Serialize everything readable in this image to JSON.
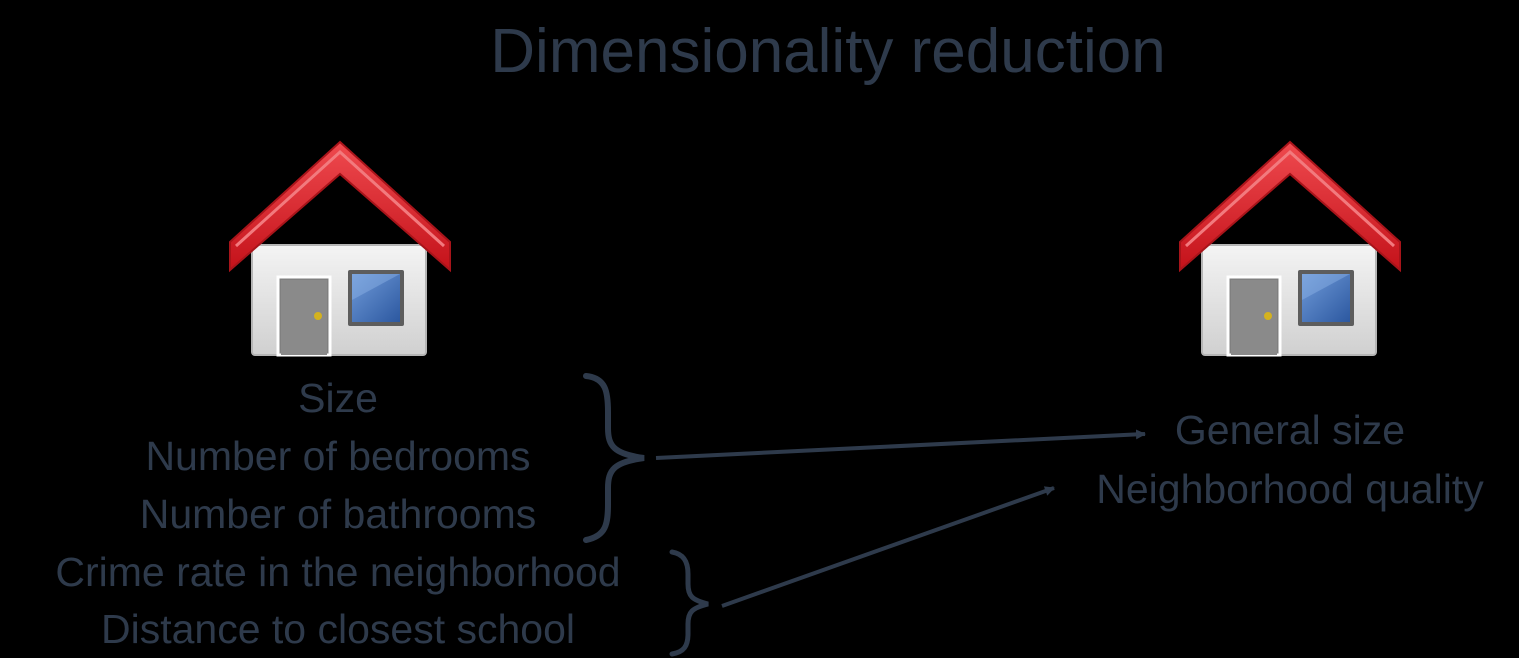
{
  "title": "Dimensionality reduction",
  "original_features": {
    "group_size": [
      "Size",
      "Number of bedrooms",
      "Number of bathrooms"
    ],
    "group_neighborhood": [
      "Crime rate in the neighborhood",
      "Distance to closest school"
    ]
  },
  "reduced_features": [
    "General size",
    "Neighborhood quality"
  ],
  "icons": {
    "left": "house-icon",
    "right": "house-icon"
  },
  "colors": {
    "background": "#000000",
    "text": "#2e3a4b",
    "roof": "#e1232a",
    "wall": "#ececec",
    "door": "#808080",
    "window": "#3f6fb6"
  }
}
